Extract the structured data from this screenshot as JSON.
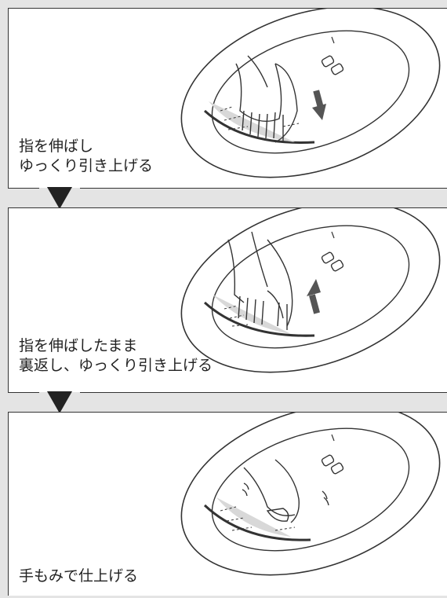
{
  "steps": [
    {
      "caption": "指を伸ばし\nゆっくり引き上げる",
      "motion": "down-arrow"
    },
    {
      "caption": "指を伸ばしたまま\n裏返し、ゆっくり引き上げる",
      "motion": "up-arrow"
    },
    {
      "caption": "手もみで仕上げる",
      "motion": "none"
    }
  ],
  "colors": {
    "background": "#e4e4e4",
    "panel": "#ffffff",
    "line": "#333333",
    "arrow": "#555555",
    "separator": "#222222"
  }
}
